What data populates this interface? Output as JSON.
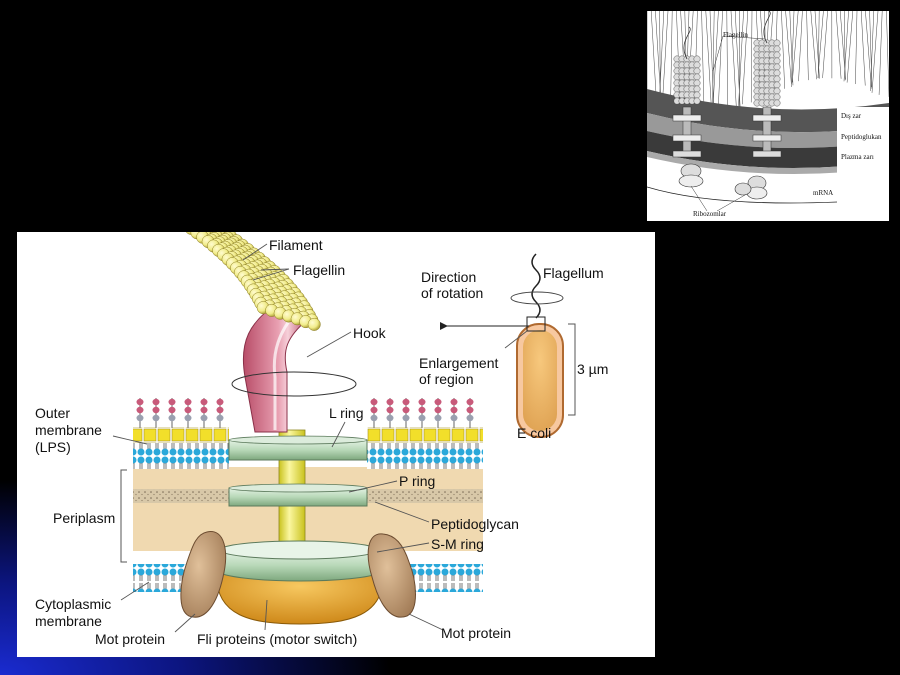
{
  "main_diagram": {
    "labels": {
      "filament": "Filament",
      "flagellin": "Flagellin",
      "hook": "Hook",
      "l_ring": "L ring",
      "p_ring": "P ring",
      "peptidoglycan": "Peptidoglycan",
      "sm_ring": "S-M ring",
      "outer_membrane_1": "Outer",
      "outer_membrane_2": "membrane",
      "outer_membrane_3": "(LPS)",
      "periplasm": "Periplasm",
      "cytoplasmic_1": "Cytoplasmic",
      "cytoplasmic_2": "membrane",
      "mot_protein_left": "Mot protein",
      "mot_protein_right": "Mot protein",
      "fli_proteins": "Fli proteins (motor switch)",
      "direction_1": "Direction",
      "direction_2": "of rotation",
      "flagellum": "Flagellum",
      "enlargement_1": "Enlargement",
      "enlargement_2": "of region",
      "size": "3 µm",
      "ecoli": "E coli"
    },
    "colors": {
      "flagellin_bead": "#f1ec8a",
      "hook": "#d36b85",
      "lps_head": "#c85a7a",
      "lps_block": "#f2df2a",
      "membrane_blue": "#27a6d8",
      "periplasm": "#f0d9b0",
      "peptidoglycan": "#d4c4a4",
      "ring": "#b8d8b8",
      "rod": "#f2ec40",
      "fli": "#e8a020",
      "mot": "#c8a078",
      "cell_orange": "#f0a060"
    }
  },
  "inset_diagram": {
    "labels": {
      "flagellin": "Flagellin",
      "dis_zar": "Dış zar",
      "peptidoglukan": "Peptidoglukan",
      "plazma_zari": "Plazma zarı",
      "mrna": "mRNA",
      "ribozomlar": "Ribozomlar"
    }
  }
}
